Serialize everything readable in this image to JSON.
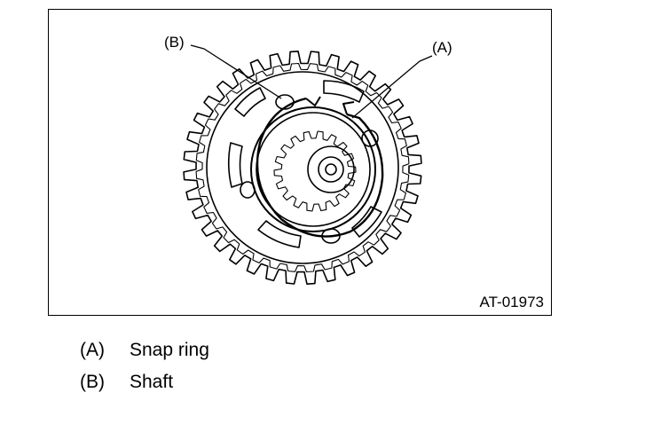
{
  "figure": {
    "callouts": {
      "a": "(A)",
      "b": "(B)"
    },
    "figure_id": "AT-01973"
  },
  "legend": [
    {
      "key": "(A)",
      "text": "Snap ring"
    },
    {
      "key": "(B)",
      "text": "Shaft"
    }
  ]
}
